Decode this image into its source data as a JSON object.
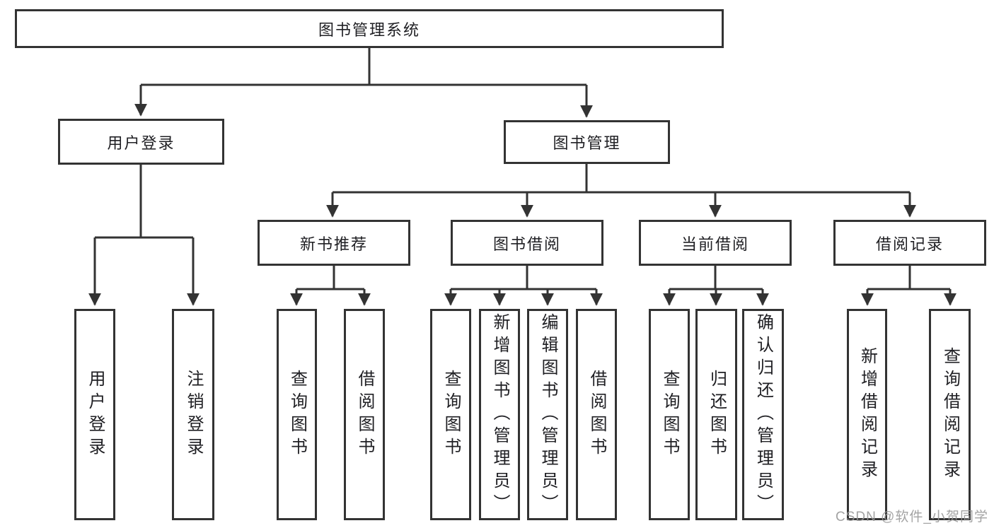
{
  "diagram": {
    "root": {
      "label": "图书管理系统"
    },
    "level2": [
      {
        "id": "user-login",
        "label": "用户登录"
      },
      {
        "id": "book-management",
        "label": "图书管理"
      }
    ],
    "level3": [
      {
        "id": "new-book-recommend",
        "label": "新书推荐",
        "parent": "图书管理"
      },
      {
        "id": "book-borrow",
        "label": "图书借阅",
        "parent": "图书管理"
      },
      {
        "id": "current-borrow",
        "label": "当前借阅",
        "parent": "图书管理"
      },
      {
        "id": "borrow-records",
        "label": "借阅记录",
        "parent": "图书管理"
      }
    ],
    "leaves": [
      {
        "id": "user-login-leaf",
        "label": "用户登录",
        "parent": "用户登录"
      },
      {
        "id": "logout",
        "label": "注销登录",
        "parent": "用户登录"
      },
      {
        "id": "query-books-recommend",
        "label": "查询图书",
        "parent": "新书推荐"
      },
      {
        "id": "borrow-books-recommend",
        "label": "借阅图书",
        "parent": "新书推荐"
      },
      {
        "id": "query-books-borrow",
        "label": "查询图书",
        "parent": "图书借阅"
      },
      {
        "id": "add-book-admin",
        "label": "新增图书（管理员）",
        "parent": "图书借阅"
      },
      {
        "id": "edit-book-admin",
        "label": "编辑图书（管理员）",
        "parent": "图书借阅"
      },
      {
        "id": "borrow-books-borrow",
        "label": "借阅图书",
        "parent": "图书借阅"
      },
      {
        "id": "query-books-current",
        "label": "查询图书",
        "parent": "当前借阅"
      },
      {
        "id": "return-book",
        "label": "归还图书",
        "parent": "当前借阅"
      },
      {
        "id": "confirm-return-admin",
        "label": "确认归还（管理员）",
        "parent": "当前借阅"
      },
      {
        "id": "add-borrow-record",
        "label": "新增借阅记录",
        "parent": "借阅记录"
      },
      {
        "id": "query-borrow-record",
        "label": "查询借阅记录",
        "parent": "借阅记录"
      }
    ]
  },
  "watermark": {
    "text": "CSDN @软件_小贺同学"
  },
  "colors": {
    "line": "#333333",
    "text": "#1f1f23",
    "background": "#ffffff",
    "watermark": "#969696"
  }
}
